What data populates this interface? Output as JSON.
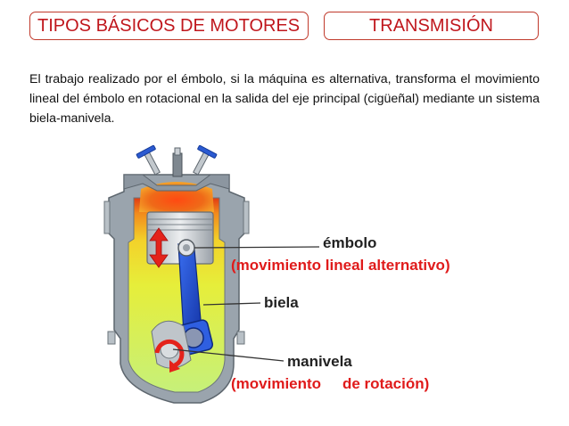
{
  "header": {
    "topic": "TIPOS BÁSICOS DE MOTORES",
    "section": "TRANSMISIÓN"
  },
  "body_text": "El trabajo realizado por el émbolo, si la máquina es alternativa, transforma el movimiento lineal del émbolo en rotacional en la salida del eje principal (cigüeñal) mediante un sistema biela-manivela.",
  "labels": {
    "piston": "émbolo",
    "piston_motion": "(movimiento lineal alternativo)",
    "rod": "biela",
    "crank": "manivela",
    "crank_motion_1": "(movimiento",
    "crank_motion_2": "de rotación)"
  },
  "colors": {
    "accent": "#c0171d",
    "label_red": "#e01b1b",
    "engine_gray": "#9aa4ad",
    "piston_gray": "#c9ced3",
    "rod_blue": "#1f4fd1"
  },
  "icons": [
    "up-down-arrow-icon",
    "rotation-arrow-icon"
  ]
}
